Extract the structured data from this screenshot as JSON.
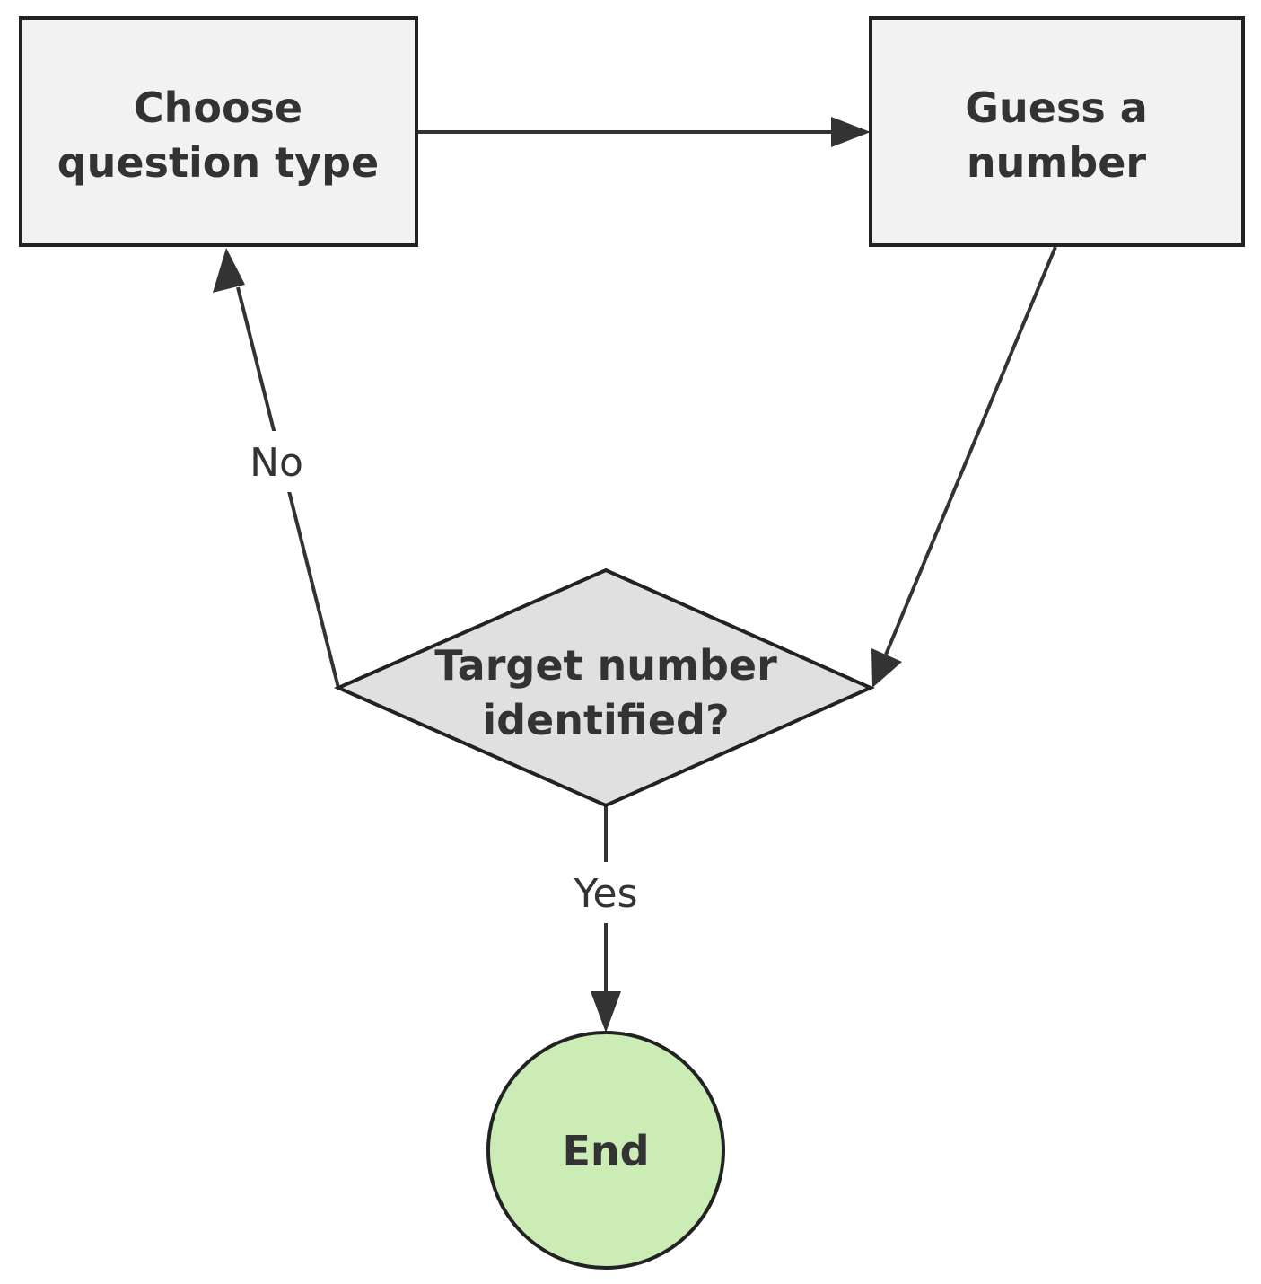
{
  "nodes": {
    "choose": {
      "line1": "Choose",
      "line2": "question type"
    },
    "guess": {
      "line1": "Guess a",
      "line2": "number"
    },
    "decision": {
      "line1": "Target number",
      "line2": "identified?"
    },
    "end": {
      "label": "End"
    }
  },
  "edges": {
    "no_label": "No",
    "yes_label": "Yes"
  },
  "colors": {
    "process_fill": "#f2f2f2",
    "decision_fill": "#e0e0e0",
    "end_fill": "#cbecb4",
    "stroke": "#222222",
    "text": "#333333"
  }
}
